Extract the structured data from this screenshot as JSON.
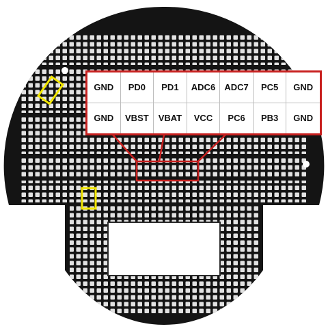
{
  "pin_labels": {
    "top_row": [
      "GND",
      "PD0",
      "PD1",
      "ADC6",
      "ADC7",
      "PC5",
      "GND"
    ],
    "bottom_row": [
      "GND",
      "VBST",
      "VBAT",
      "VCC",
      "PC6",
      "PB3",
      "GND"
    ]
  },
  "colors": {
    "board": "#141414",
    "pad": "#e2e2e2",
    "callout": "#c8201f",
    "highlight": "#f2e600",
    "background": "#ffffff"
  }
}
